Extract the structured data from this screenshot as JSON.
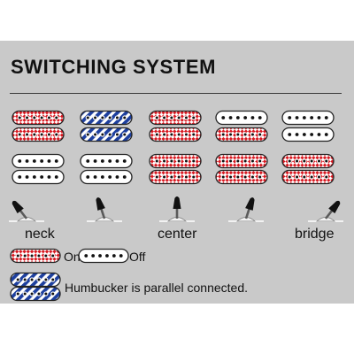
{
  "title": "SWITCHING SYSTEM",
  "colors": {
    "panel_bg": "#c9c9c9",
    "on_red": "#d81921",
    "off_white": "#ffffff",
    "parallel_blue": "#1d3f9e",
    "outline": "#222222"
  },
  "positions": [
    {
      "label": "neck",
      "top_coil": "on",
      "bottom_coil": "on",
      "switch_tip": "left"
    },
    {
      "label": "",
      "top_coil": "parallel",
      "bottom_coil": "parallel",
      "switch_tip": "left-center"
    },
    {
      "label": "center",
      "top_coil": "on",
      "bottom_coil": "on",
      "switch_tip": "center"
    },
    {
      "label": "",
      "top_coil": "off",
      "bottom_coil": "on",
      "switch_tip": "right-center"
    },
    {
      "label": "bridge",
      "top_coil": "off",
      "bottom_coil": "off",
      "switch_tip": "right"
    }
  ],
  "middle_pickup_states": [
    "off",
    "off",
    "on",
    "on",
    "on"
  ],
  "legend": {
    "on_label": "On",
    "off_label": "Off",
    "parallel_label": "Humbucker is parallel connected."
  }
}
